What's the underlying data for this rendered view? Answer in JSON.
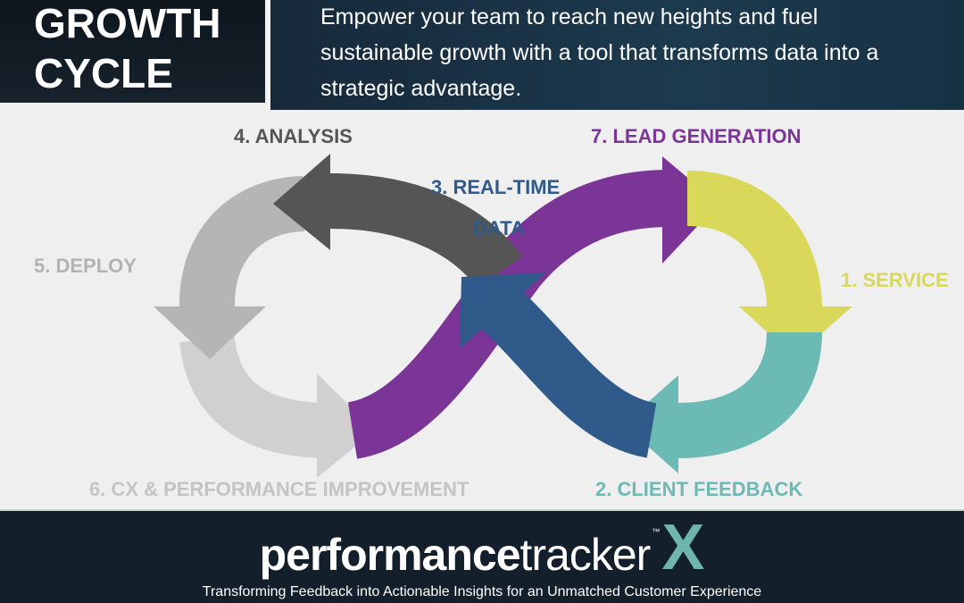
{
  "header": {
    "title_line1": "GROWTH",
    "title_line2": "CYCLE",
    "tagline": "Empower your team to reach new heights and fuel sustainable growth with a tool that transforms data into a strategic advantage."
  },
  "cycle": {
    "steps": [
      {
        "label": "1. SERVICE",
        "color": "#d9d85a"
      },
      {
        "label": "2. CLIENT FEEDBACK",
        "color": "#6cbab4"
      },
      {
        "label_line1": "3. REAL-TIME",
        "label_line2": "DATA",
        "color": "#2f5a8a"
      },
      {
        "label": "4. ANALYSIS",
        "color": "#555555"
      },
      {
        "label": "5. DEPLOY",
        "color": "#b3b3b3"
      },
      {
        "label": "6. CX & PERFORMANCE IMPROVEMENT",
        "color": "#cccccc"
      },
      {
        "label": "7. LEAD GENERATION",
        "color": "#7b3597"
      }
    ]
  },
  "footer": {
    "logo_text_bold": "performance",
    "logo_text_thin": "tracker",
    "logo_x": "X",
    "logo_tm": "™",
    "subtitle": "Transforming Feedback into Actionable Insights for an Unmatched Customer Experience"
  }
}
